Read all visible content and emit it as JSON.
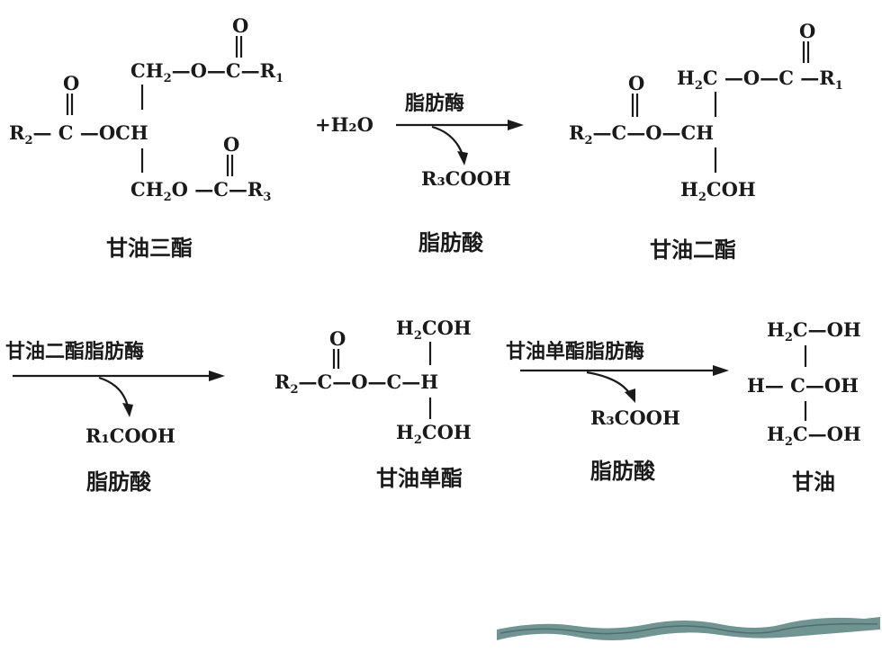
{
  "labels": {
    "triglyceride": "甘油三酯",
    "diglyceride": "甘油二酯",
    "monoglyceride": "甘油单酯",
    "glycerol": "甘油",
    "fatty_acid_1": "脂肪酸",
    "fatty_acid_2": "脂肪酸",
    "fatty_acid_3": "脂肪酸"
  },
  "enzymes": {
    "lipase": "脂肪酶",
    "diglyceride_lipase": "甘油二酯脂肪酶",
    "monoglyceride_lipase": "甘油单酯脂肪酶"
  },
  "reagents": {
    "water": "+H₂O"
  },
  "products": {
    "r3cooh_1": "R₃COOH",
    "r1cooh": "R₁COOH",
    "r3cooh_2": "R₃COOH"
  },
  "decoration": {
    "wave_color": "#6f9492"
  }
}
